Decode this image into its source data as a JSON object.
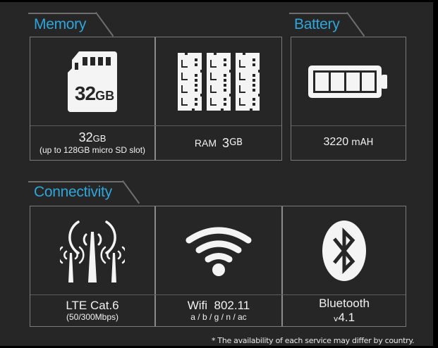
{
  "sections": {
    "memory": {
      "title": "Memory",
      "storage": {
        "icon": "sd-card-icon",
        "icon_text_num": "32",
        "icon_text_unit": "GB",
        "value_num": "32",
        "value_unit": "GB",
        "note": "(up to 128GB micro SD slot)"
      },
      "ram": {
        "icon": "ram-modules-icon",
        "label": "RAM",
        "value_num": "3",
        "value_unit": "GB"
      }
    },
    "battery": {
      "title": "Battery",
      "icon": "battery-full-icon",
      "value_num": "3220",
      "value_unit": "mAH"
    },
    "connectivity": {
      "title": "Connectivity",
      "lte": {
        "icon": "cell-tower-icon",
        "label": "LTE Cat.6",
        "note": "(50/300Mbps)"
      },
      "wifi": {
        "icon": "wifi-icon",
        "label": "Wifi",
        "value": "802.11",
        "note": "a / b / g / n / ac"
      },
      "bluetooth": {
        "icon": "bluetooth-icon",
        "label": "Bluetooth",
        "version_prefix": "v",
        "version": "4.1"
      }
    }
  },
  "footnote": "* The availability of each service may differ by country.",
  "colors": {
    "background": "#262626",
    "accent": "#2fa6db",
    "border": "#7a7a7a",
    "text": "#f2f2f2"
  }
}
